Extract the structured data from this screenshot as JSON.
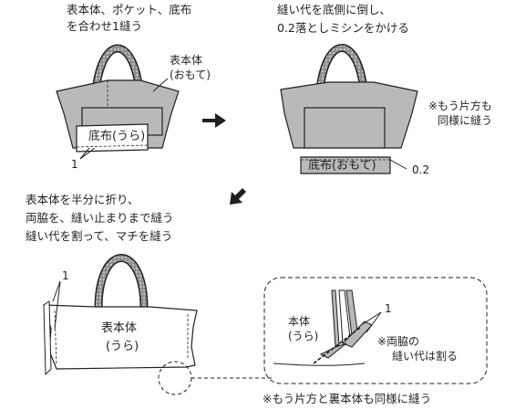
{
  "step1": {
    "instruction": [
      "表本体、ポケット、底布",
      "を合わせ1縫う"
    ],
    "outer_label": [
      "表本体",
      "(おもて)"
    ],
    "bottom_label": "底布(うら)",
    "mark": "1"
  },
  "step2": {
    "instruction": [
      "縫い代を底側に倒し、",
      "0.2落としミシンをかける"
    ],
    "bottom_label": "底布(おもて)",
    "measure": "0.2",
    "note": [
      "※もう片方も",
      "同様に縫う"
    ]
  },
  "step3": {
    "instruction": [
      "表本体を半分に折り、",
      "両脇を、縫い止まりまで縫う",
      "縫い代を割って、マチを縫う"
    ],
    "body_label": [
      "表本体",
      "(うら)"
    ],
    "mark": "1"
  },
  "detail": {
    "body_label": [
      "本体",
      "(うら)"
    ],
    "mark": "1",
    "note": [
      "※両脇の",
      "縫い代は割る"
    ]
  },
  "footer_note": "※もう片方と裏本体も同様に縫う",
  "colors": {
    "fabric_gray": "#b9b9ba",
    "handle_gray": "#8f8f90",
    "line": "#231f20",
    "arrow": "#231f20"
  },
  "icons": [
    "arrow-right-icon",
    "arrow-down-left-icon"
  ]
}
